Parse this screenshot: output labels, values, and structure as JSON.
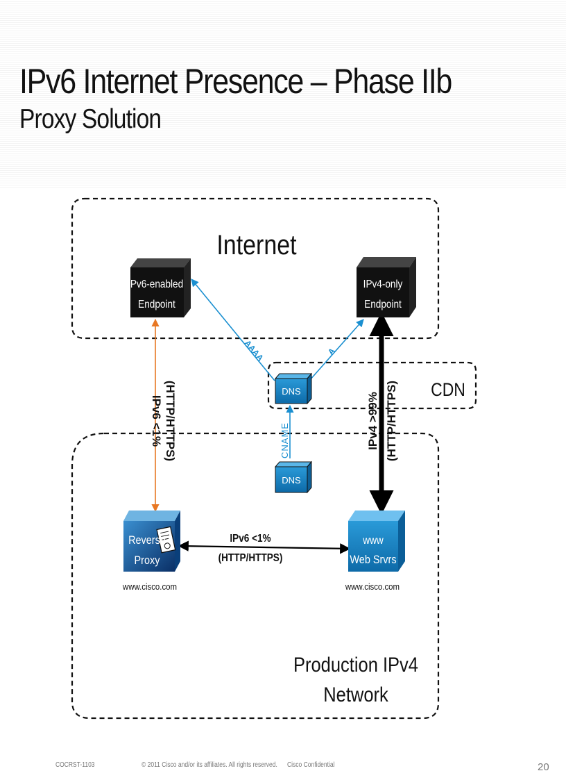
{
  "slide": {
    "title": "IPv6 Internet Presence – Phase IIb",
    "subtitle": "Proxy Solution"
  },
  "regions": {
    "internet": "Internet",
    "cdn": "CDN",
    "production_line1": "Production IPv4",
    "production_line2": "Network"
  },
  "nodes": {
    "ipv6_endpoint": [
      "Pv6-enabled",
      "Endpoint"
    ],
    "ipv4_endpoint": [
      "IPv4-only",
      "Endpoint"
    ],
    "dns_cdn": "DNS",
    "dns_internal": "DNS",
    "reverse_proxy": [
      "Reverse",
      "Proxy"
    ],
    "web_servers": [
      "www",
      "Web Srvrs"
    ],
    "proxy_host": "www.cisco.com",
    "web_host": "www.cisco.com"
  },
  "links": {
    "aaaa": "AAAA",
    "a": "A",
    "cname": "CNAME",
    "ipv6_left_1": "IPv6 <1%",
    "ipv6_left_2": "(HTTP/HTTPS)",
    "ipv4_right_1": "IPv4 >99%",
    "ipv4_right_2": "(HTTP/HTTPS)",
    "ipv6_mid_1": "IPv6 <1%",
    "ipv6_mid_2": "(HTTP/HTTPS)"
  },
  "footer": {
    "code": "COCRST-1103",
    "copyright": "© 2011 Cisco and/or its affiliates. All rights reserved.",
    "confidential": "Cisco Confidential",
    "page": "20"
  },
  "colors": {
    "dns_link": "#1a8fd0",
    "ipv6_link": "#e87722",
    "box_black": "#111111",
    "box_blue": "#1b86c8"
  }
}
